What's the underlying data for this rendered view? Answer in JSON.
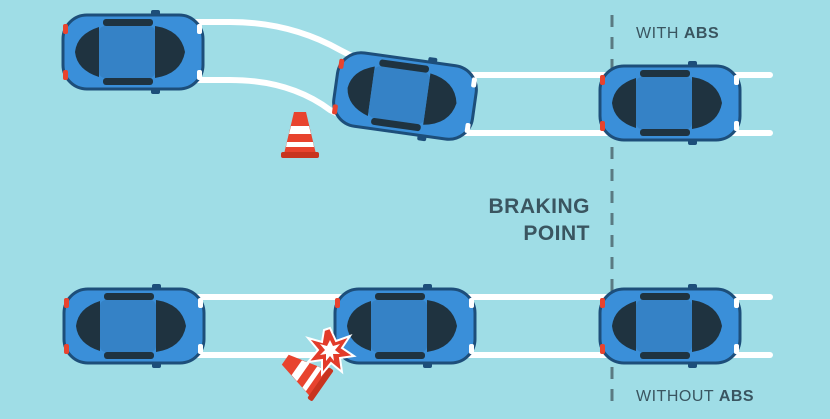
{
  "labels": {
    "with_abs_prefix": "WITH ",
    "with_abs_strong": "ABS",
    "without_abs_prefix": "WITHOUT ",
    "without_abs_strong": "ABS",
    "braking_line1": "BRAKING",
    "braking_line2": "POINT"
  },
  "colors": {
    "background": "#9fdde6",
    "track": "#ffffff",
    "car_body": "#3a8fd9",
    "car_outline": "#1d4e7a",
    "car_glass": "#1f3340",
    "cone_orange": "#e8432e",
    "cone_stripe": "#ffffff",
    "impact_star": "#e23b2a",
    "divider": "#5a7a82",
    "label_text": "#3a5560"
  },
  "cars": [
    {
      "lane": "with-abs",
      "stage": "start",
      "state": "braking"
    },
    {
      "lane": "with-abs",
      "stage": "swerve",
      "state": "steering around cone"
    },
    {
      "lane": "with-abs",
      "stage": "after",
      "state": "passed"
    },
    {
      "lane": "without-abs",
      "stage": "start",
      "state": "braking"
    },
    {
      "lane": "without-abs",
      "stage": "skid",
      "state": "wheels locked, hits cone"
    },
    {
      "lane": "without-abs",
      "stage": "after",
      "state": "stopped"
    }
  ],
  "icons": {
    "cone": "traffic-cone-icon",
    "impact": "impact-burst-icon",
    "divider": "braking-point-line"
  }
}
